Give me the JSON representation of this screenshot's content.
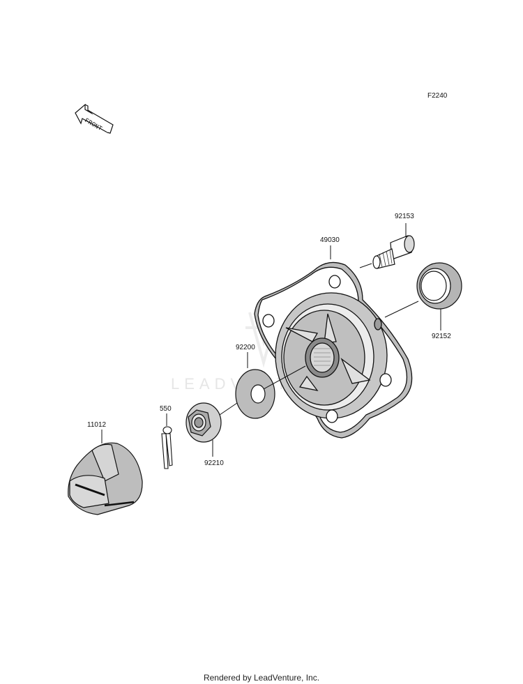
{
  "figure_code": "F2240",
  "front_indicator": {
    "text": "FRONT",
    "icon": "front-arrow-icon"
  },
  "watermark": {
    "text": "LEADVENTURE",
    "logo": "leadventure-logo-icon"
  },
  "parts": [
    {
      "number": "49030",
      "name": "hub"
    },
    {
      "number": "92153",
      "name": "wheel-bolt"
    },
    {
      "number": "92152",
      "name": "oil-seal"
    },
    {
      "number": "92200",
      "name": "washer"
    },
    {
      "number": "92210",
      "name": "flange-nut"
    },
    {
      "number": "550",
      "name": "cotter-pin"
    },
    {
      "number": "11012",
      "name": "hub-cap"
    }
  ],
  "labels": {
    "p49030": "49030",
    "p92153": "92153",
    "p92152": "92152",
    "p92200": "92200",
    "p92210": "92210",
    "p550": "550",
    "p11012": "11012"
  },
  "footer": "Rendered by LeadVenture, Inc."
}
